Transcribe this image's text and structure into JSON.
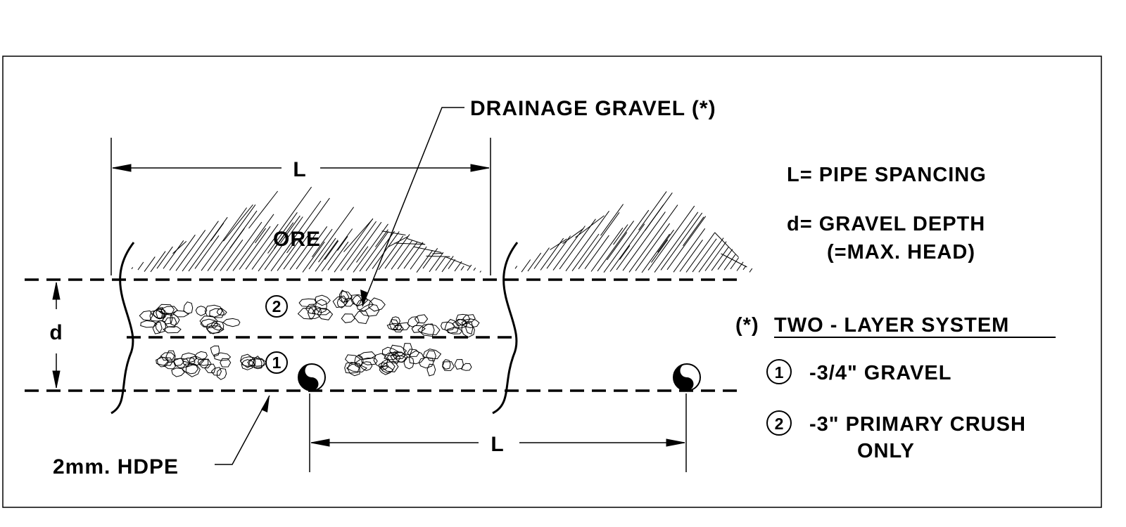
{
  "diagram": {
    "drainage_gravel_label": "DRAINAGE GRAVEL (*)",
    "ore_label": "ORE",
    "spacing_label_top": "L",
    "spacing_label_bottom": "L",
    "depth_label": "d",
    "hdpe_label": "2mm. HDPE",
    "layer_upper_marker": "2",
    "layer_lower_marker": "1"
  },
  "legend": {
    "spacing_def": "L= PIPE SPANCING",
    "depth_def": "d= GRAVEL DEPTH",
    "depth_note": "(=MAX. HEAD)",
    "system_prefix": "(*)",
    "system_title": "TWO - LAYER SYSTEM",
    "item1_marker": "1",
    "item1_text": "-3/4\" GRAVEL",
    "item2_marker": "2",
    "item2_text": "-3\" PRIMARY CRUSH",
    "item2_text_cont": "ONLY"
  },
  "colors": {
    "ink": "#000000",
    "paper": "#ffffff"
  }
}
